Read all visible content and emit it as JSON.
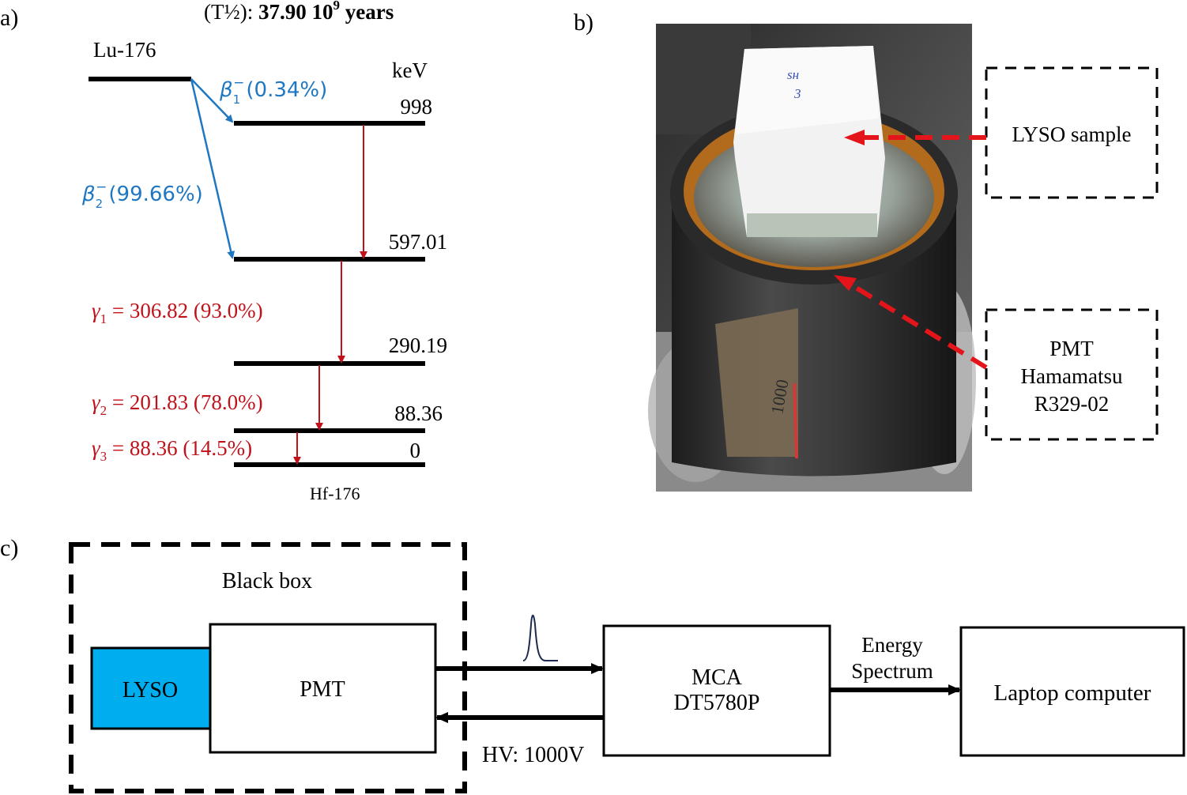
{
  "panel_a": {
    "label": "a)",
    "half_life_prefix": "(T½): ",
    "half_life_value": "37.90 10",
    "half_life_exp": "9",
    "half_life_unit": " years",
    "parent": "Lu-176",
    "unit": "keV",
    "daughter": "Hf-176",
    "levels": [
      "998",
      "597.01",
      "290.19",
      "88.36",
      "0"
    ],
    "beta1": {
      "sub": "1",
      "pct": "(0.34%)"
    },
    "beta2": {
      "sub": "2",
      "pct": "(99.66%)"
    },
    "gamma1": {
      "sub": "1",
      "text": " = 306.82 (93.0%)"
    },
    "gamma2": {
      "sub": "2",
      "text": " = 201.83 (78.0%)"
    },
    "gamma3": {
      "sub": "3",
      "text": " = 88.36 (14.5%)"
    },
    "colors": {
      "beta": "#1f77c2",
      "gamma": "#c0121a"
    }
  },
  "panel_b": {
    "label": "b)",
    "callout_lyso": "LYSO sample",
    "callout_pmt": [
      "PMT",
      "Hamamatsu",
      "R329-02"
    ],
    "handwriting": [
      "sн",
      "3"
    ],
    "label_paper": "1000",
    "colors": {
      "arrow": "#e3151a"
    }
  },
  "panel_c": {
    "label": "c)",
    "black_box": "Black box",
    "lyso": "LYSO",
    "pmt": "PMT",
    "mca": [
      "MCA",
      "DT5780P"
    ],
    "energy": [
      "Energy",
      "Spectrum"
    ],
    "laptop": "Laptop computer",
    "hv": "HV: 1000V",
    "colors": {
      "lyso_fill": "#00aeef"
    }
  }
}
